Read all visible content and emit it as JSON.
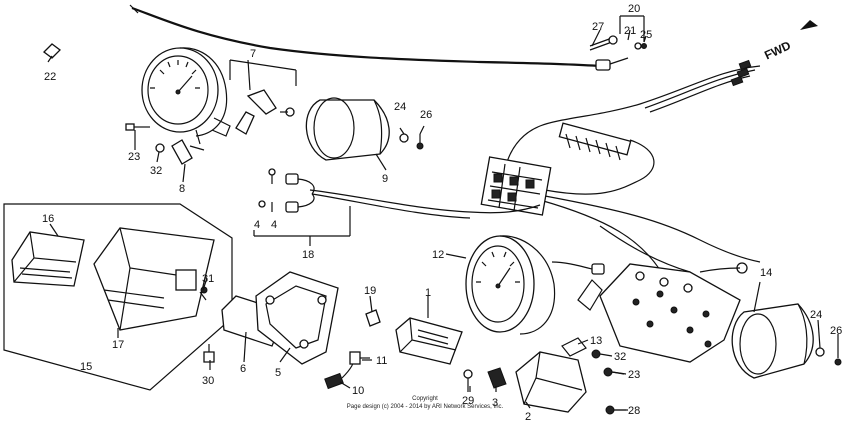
{
  "direction_label": "FWD",
  "copyright_line1": "Copyright",
  "copyright_line2": "Page design (c) 2004 - 2014 by ARI Network Services, Inc.",
  "callouts": {
    "c1": "1",
    "c2": "2",
    "c3": "3",
    "c4a": "4",
    "c4b": "4",
    "c5": "5",
    "c6": "6",
    "c7": "7",
    "c8": "8",
    "c9": "9",
    "c10": "10",
    "c11": "11",
    "c12": "12",
    "c13": "13",
    "c14": "14",
    "c15": "15",
    "c16": "16",
    "c17": "17",
    "c18": "18",
    "c19": "19",
    "c20": "20",
    "c21": "21",
    "c22": "22",
    "c23a": "23",
    "c23b": "23",
    "c24a": "24",
    "c24b": "24",
    "c25": "25",
    "c26a": "26",
    "c26b": "26",
    "c27": "27",
    "c28": "28",
    "c29": "29",
    "c30": "30",
    "c31": "31",
    "c32a": "32",
    "c32b": "32"
  }
}
